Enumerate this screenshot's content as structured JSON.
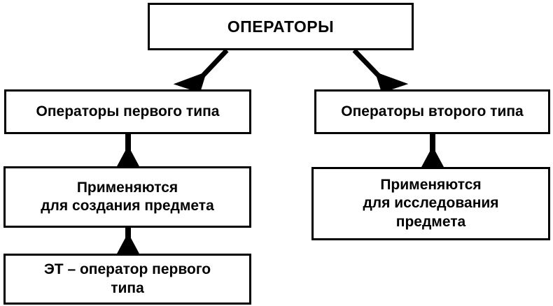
{
  "diagram": {
    "title": "ОПЕРАТОРЫ",
    "type": "flowchart",
    "orientation": "top-down",
    "stroke_color": "#000000",
    "fill_color": "#ffffff",
    "text_color": "#000000",
    "nodes": {
      "root": {
        "id": "root",
        "label": "ОПЕРАТОРЫ",
        "level": 0
      },
      "type1": {
        "id": "type1",
        "label": "Операторы первого типа",
        "level": 1,
        "branch": "left"
      },
      "type2": {
        "id": "type2",
        "label": "Операторы второго типа",
        "level": 1,
        "branch": "right"
      },
      "purpose1": {
        "id": "purpose1",
        "label": "Применяются\nдля создания предмета",
        "level": 2,
        "branch": "left"
      },
      "purpose2": {
        "id": "purpose2",
        "label": "Применяются\nдля исследования\nпредмета",
        "level": 2,
        "branch": "right"
      },
      "et": {
        "id": "et",
        "label": "ЭТ – оператор первого\nтипа",
        "level": 3,
        "branch": "left"
      }
    },
    "edges": [
      {
        "from": "root",
        "to": "type1",
        "style": "diagonal-arrow"
      },
      {
        "from": "root",
        "to": "type2",
        "style": "diagonal-arrow"
      },
      {
        "from": "type1",
        "to": "purpose1",
        "style": "vertical-arrow"
      },
      {
        "from": "type2",
        "to": "purpose2",
        "style": "vertical-arrow"
      },
      {
        "from": "purpose1",
        "to": "et",
        "style": "vertical-arrow"
      }
    ]
  }
}
